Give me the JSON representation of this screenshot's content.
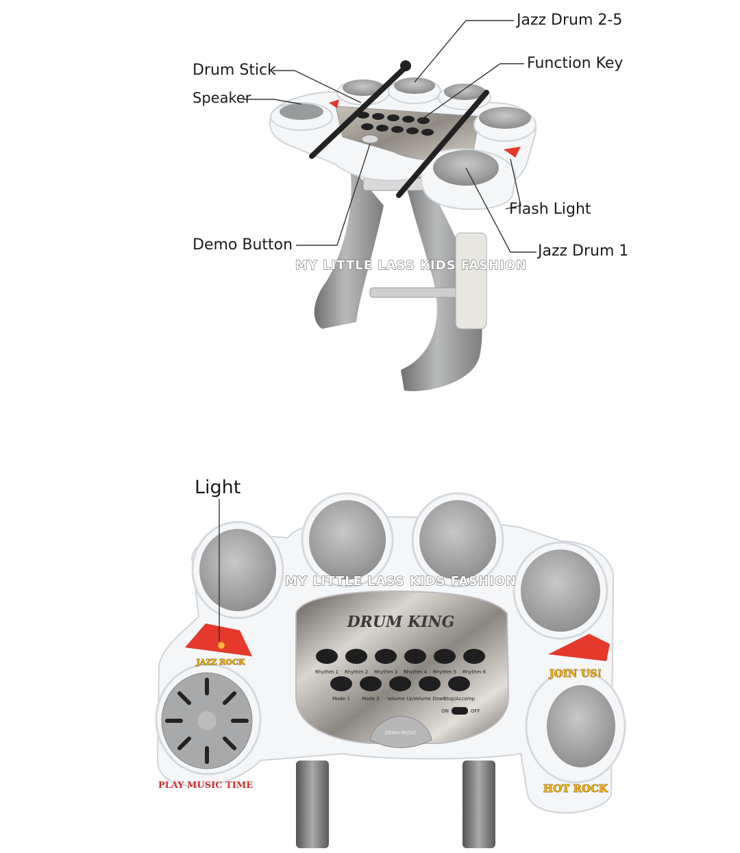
{
  "top_diagram": {
    "callouts": {
      "jazz_drum_2_5": "Jazz Drum 2-5",
      "function_key": "Function Key",
      "drum_stick": "Drum Stick",
      "speaker": "Speaker",
      "flash_light": "Flash Light",
      "demo_button": "Demo Button",
      "jazz_drum_1": "Jazz Drum 1"
    },
    "watermark": "MY LITTLE LASS KIDS FASHION"
  },
  "bottom_diagram": {
    "callouts": {
      "light": "Light"
    },
    "watermark": "MY LITTLE LASS KIDS FASHION",
    "panel_logo": "DRUM KING",
    "speaker_badge": "JAZZ ROCK",
    "speaker_rim_text": "PLAY MUSIC TIME",
    "right_badge_top": "JOIN US!",
    "right_badge_bottom": "HOT ROCK",
    "demo_label": "DEMO MUSIC",
    "switch_on": "ON",
    "switch_off": "OFF",
    "rhythm_labels": [
      "Rhythm 1",
      "Rhythm 2",
      "Rhythm 3",
      "Rhythm 4",
      "Rhythm 5",
      "Rhythm 6"
    ],
    "mode_labels": [
      "Mode 1",
      "Mode 2",
      "Volume Up",
      "Volume Down",
      "Stop/Accomp"
    ]
  },
  "colors": {
    "pad_gray": "#9a9a9a",
    "shell_white": "#f4f6f8",
    "stand_gray": "#8e8f90",
    "accent_red": "#e4392b",
    "badge_yellow": "#e8b400"
  }
}
